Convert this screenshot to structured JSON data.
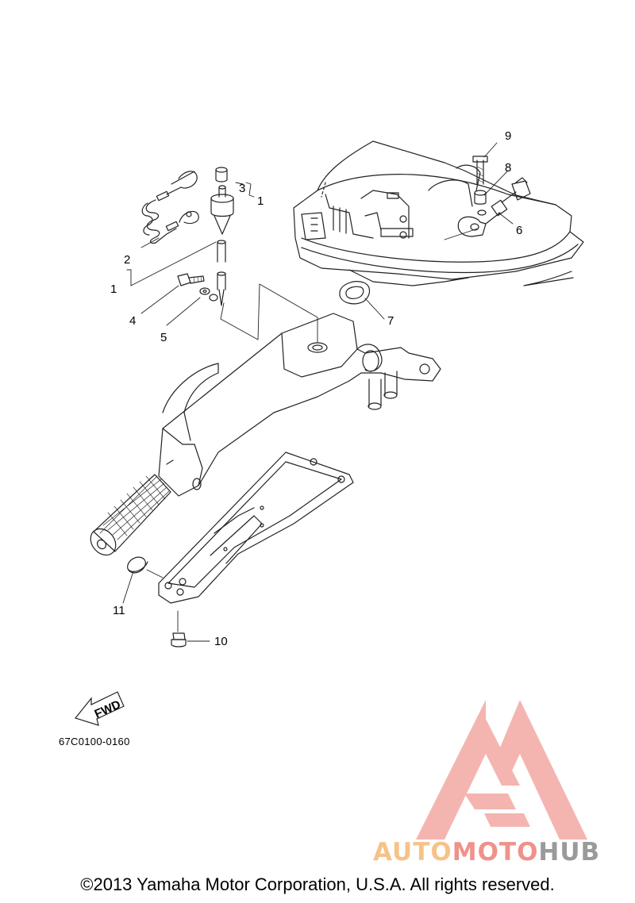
{
  "diagram": {
    "part_code": "67C0100-0160",
    "fwd_label": "FWD",
    "callouts": [
      "1",
      "2",
      "3",
      "1",
      "4",
      "5",
      "6",
      "7",
      "8",
      "9",
      "10",
      "11"
    ]
  },
  "footer": {
    "copyright": "©2013 Yamaha Motor Corporation, U.S.A. All rights reserved."
  },
  "watermark": {
    "part1": "AUTO",
    "part2": "MOTO",
    "part3": "HUB",
    "colors": {
      "part1": "#f5c38a",
      "part2": "#f0918a",
      "part3": "#9a9a9a",
      "logo": "#f3a9a3"
    }
  }
}
